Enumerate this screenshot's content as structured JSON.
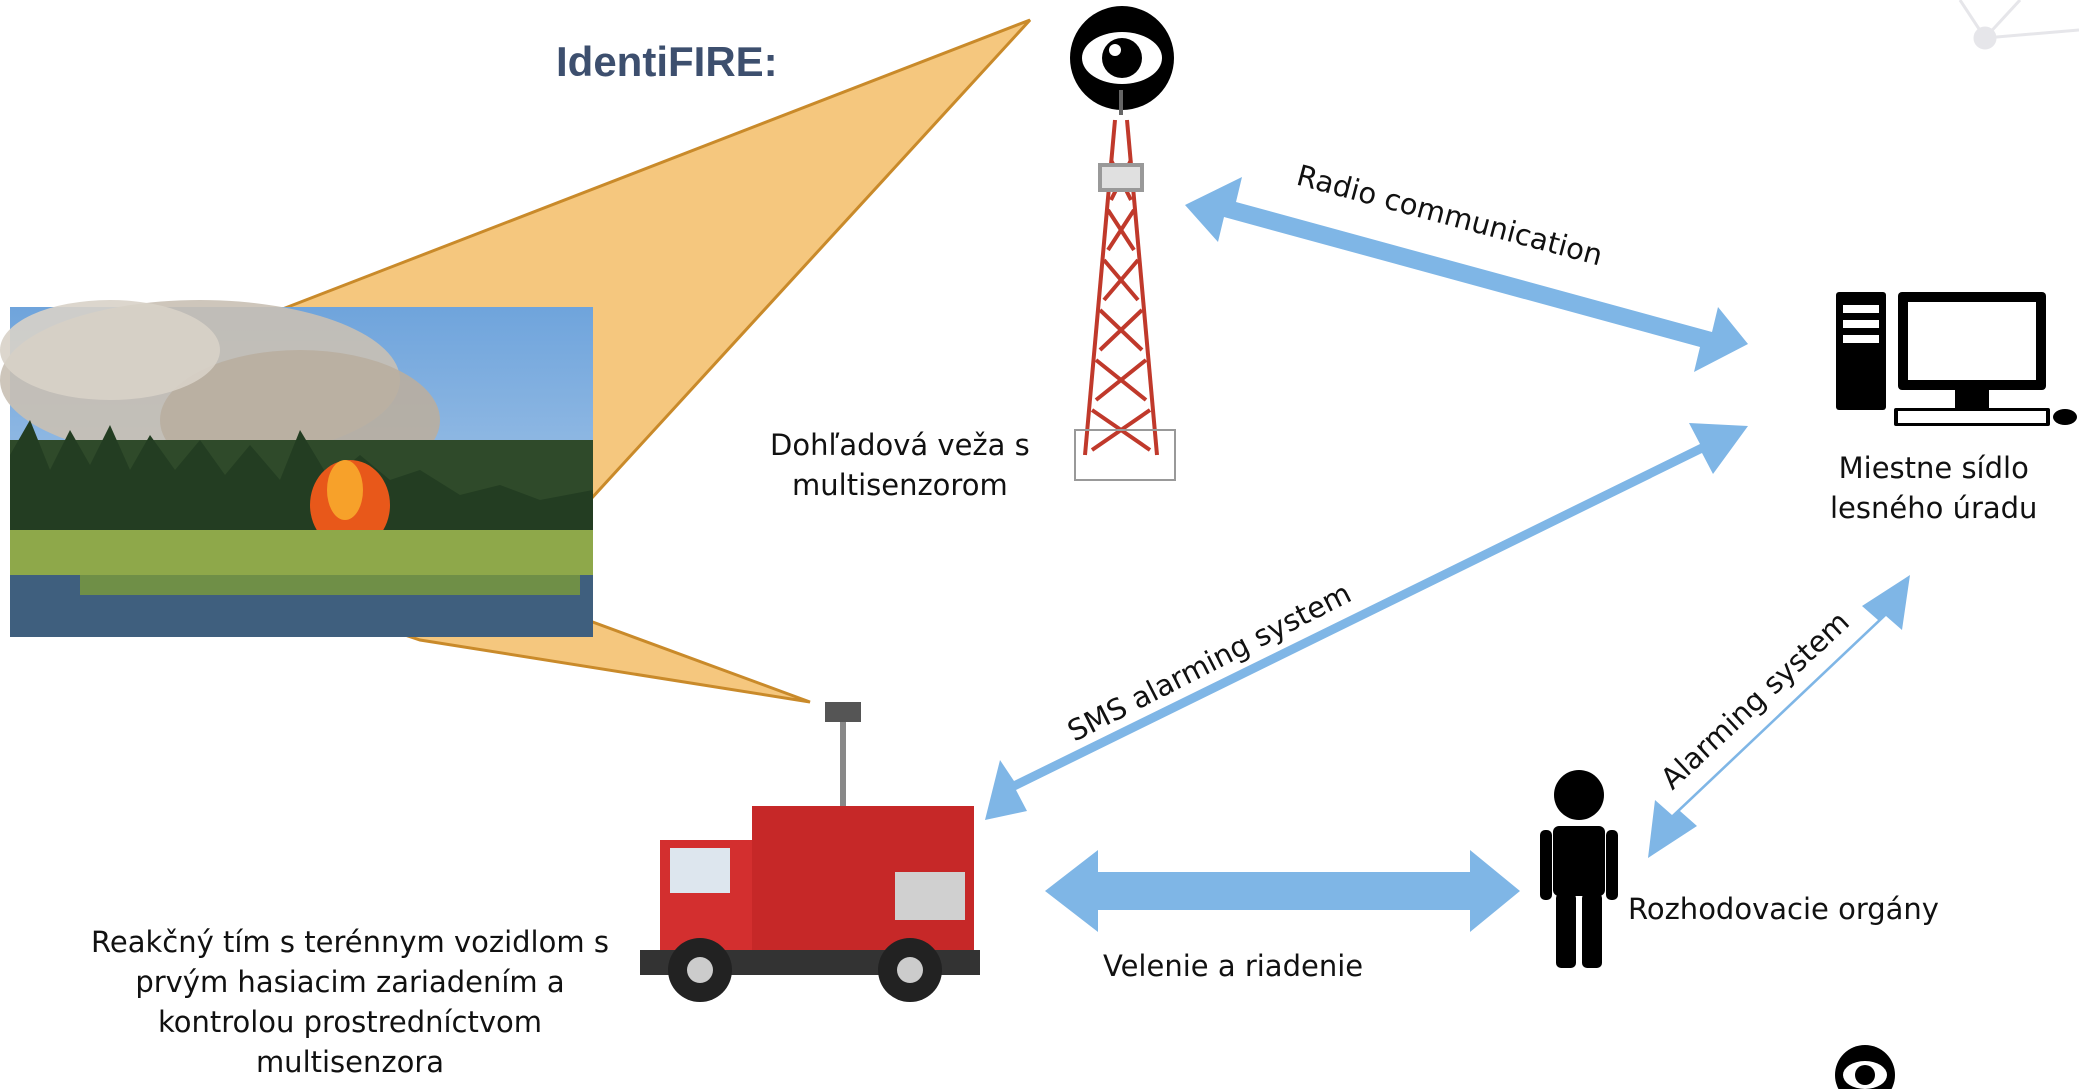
{
  "title": "IdentiFIRE:",
  "nodes": {
    "tower_label": "Dohľadová veža s\nmultisenzorom",
    "office_label_1": "Miestne sídlo",
    "office_label_2": "lesného úradu",
    "truck_label_1": "Reakčný tím s terénnym vozidlom s",
    "truck_label_2": "prvým hasiacim zariadením a",
    "truck_label_3": "kontrolou prostredníctvom",
    "truck_label_4": "multisenzora",
    "person_label": "Rozhodovacie orgány"
  },
  "links": {
    "radio": "Radio communication",
    "sms": "SMS alarming system",
    "alarm": "Alarming system",
    "command": "Velenie a riadenie"
  },
  "colors": {
    "arrow": "#7fb6e6",
    "cone": "#f5c77e",
    "title": "#3d4f6e"
  }
}
